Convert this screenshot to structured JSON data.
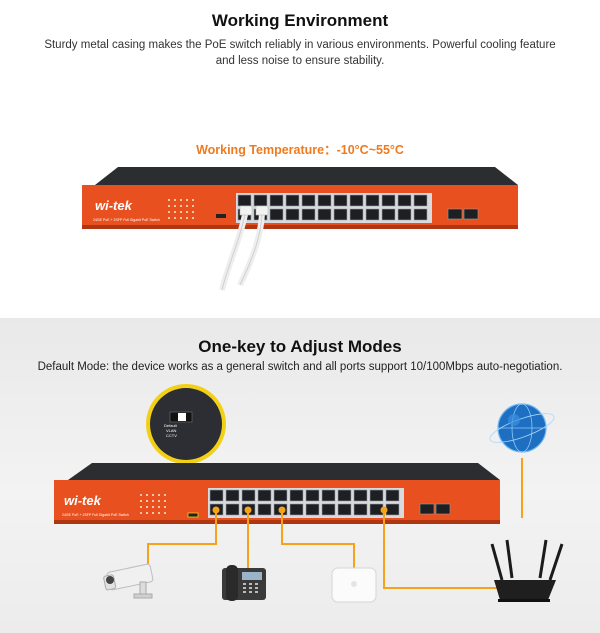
{
  "section1": {
    "title": "Working Environment",
    "description": "Sturdy metal casing makes the PoE switch reliably in various environments. Powerful cooling feature and less noise to ensure stability.",
    "temperature": "Working Temperature：-10°C~55°C",
    "switch": {
      "brand": "Wi-Tek",
      "model_caption": "24GE PoE + 2SFP Full Gigabit PoE Switch"
    }
  },
  "section2": {
    "title": "One-key to Adjust Modes",
    "description": "Default Mode: the device works as a general switch and all ports support 10/100Mbps auto-negotiation.",
    "switch": {
      "brand": "Wi-Tek",
      "model_caption": "24GE PoE + 2SFP Full Gigabit PoE Switch"
    },
    "mode_switch": {
      "options": [
        "Default",
        "VLAN",
        "CCTV"
      ]
    },
    "devices": [
      "ip-camera",
      "ip-phone",
      "wireless-access-point",
      "router",
      "internet-globe"
    ]
  },
  "colors": {
    "accent": "#f07a1e",
    "switch_orange": "#e8501f",
    "switch_top": "#2b2d31",
    "port_silver": "#c9ccd1",
    "cable": "#f5a31b"
  }
}
